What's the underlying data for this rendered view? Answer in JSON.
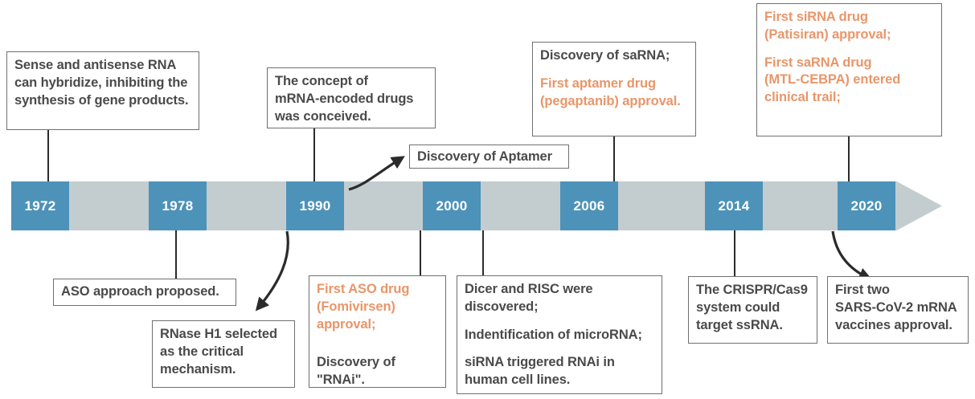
{
  "figure": {
    "type": "timeline",
    "accent_blue": "#4d92b9",
    "bar_gray": "#c3cdd0",
    "orange": "#e8966a",
    "text_dark": "#4a4a4a"
  },
  "timeline": {
    "years": [
      {
        "label": "1972"
      },
      {
        "label": "1978"
      },
      {
        "label": "1990"
      },
      {
        "label": "2000"
      },
      {
        "label": "2006"
      },
      {
        "label": "2014"
      },
      {
        "label": "2020"
      }
    ]
  },
  "events": {
    "e1972": {
      "line1": "Sense and antisense RNA",
      "line2": "can hybridize, inhibiting the",
      "line3": "synthesis of gene products."
    },
    "e1978_above": {
      "line1": "ASO approach proposed."
    },
    "e1978_below": {
      "line1": "RNase H1 selected",
      "line2": "as the critical",
      "line3": "mechanism."
    },
    "e1990_above": {
      "line1": "The concept of",
      "line2": "mRNA-encoded drugs",
      "line3": "was conceived."
    },
    "e1990_aptamer": {
      "line1": "Discovery of Aptamer"
    },
    "e2000": {
      "orange1": "First ASO drug",
      "orange2": "(Fomivirsen)",
      "orange3": "approval;",
      "dark1": "Discovery of \"RNAi\"."
    },
    "e2000_below": {
      "line1": "Dicer and RISC were",
      "line2": "discovered;",
      "line3": "Indentification of microRNA;",
      "line4": "siRNA triggered RNAi in",
      "line5": "human cell lines."
    },
    "e2006": {
      "dark1": "Discovery of saRNA;",
      "orange1": "First aptamer drug",
      "orange2": "(pegaptanib) approval."
    },
    "e2014": {
      "line1": "The CRISPR/Cas9",
      "line2": "system could",
      "line3": "target ssRNA."
    },
    "e2020_above": {
      "orange1": "First siRNA drug",
      "orange2": "(Patisiran) approval;",
      "orange3": "First saRNA drug",
      "orange4": "(MTL-CEBPA) entered",
      "orange5": "clinical trail;"
    },
    "e2020_below": {
      "line1": "First two",
      "line2": "SARS-CoV-2 mRNA",
      "line3": "vaccines approval."
    }
  }
}
